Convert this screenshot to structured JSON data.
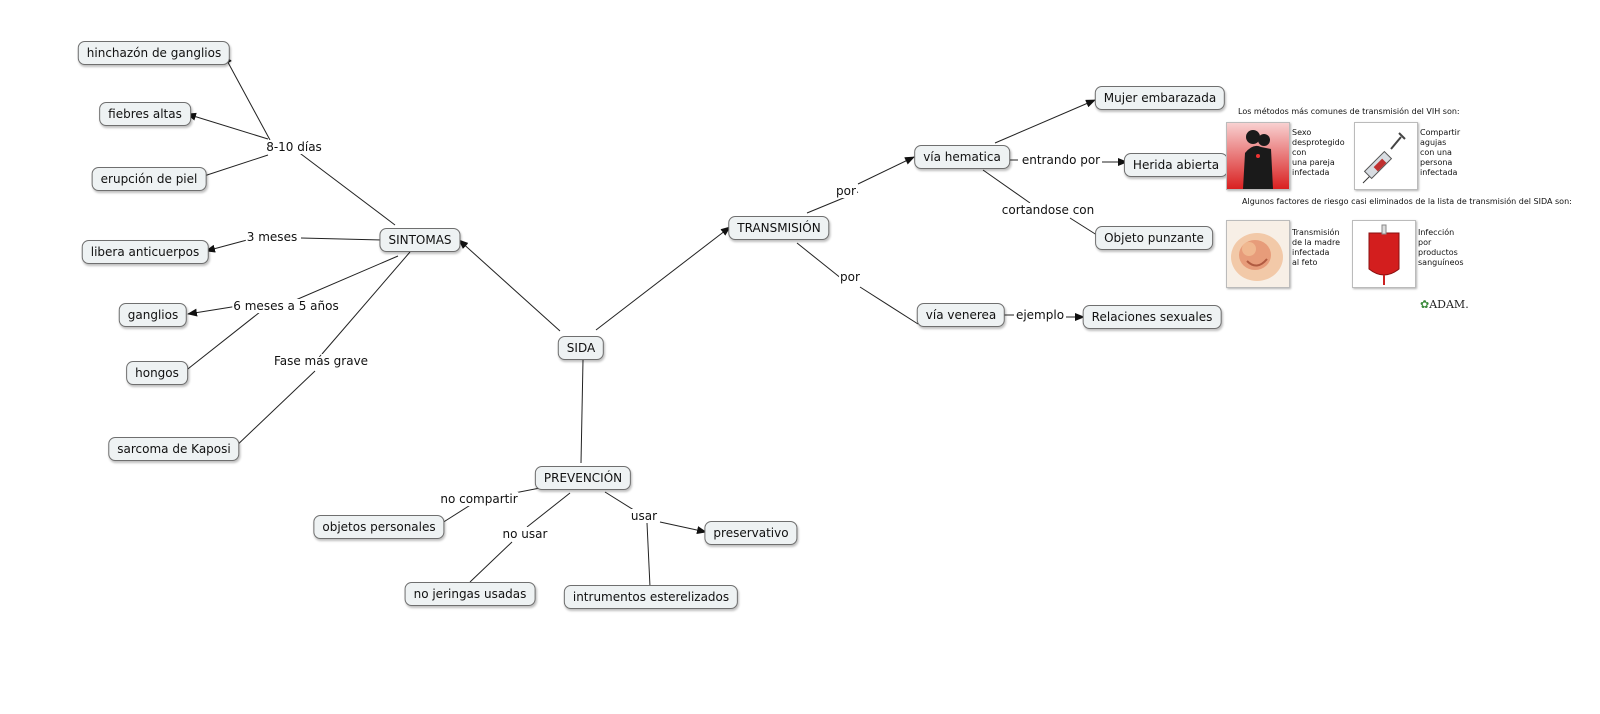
{
  "nodes": {
    "sida": "SIDA",
    "sintomas": "SINTOMAS",
    "transmision": "TRANSMISIÓN",
    "prevencion": "PREVENCIÓN",
    "hinchazon": "hinchazón de ganglios",
    "fiebres": "fiebres altas",
    "erupcion": "erupción de piel",
    "libera": "libera anticuerpos",
    "ganglios": "ganglios",
    "hongos": "hongos",
    "sarcoma": "sarcoma de Kaposi",
    "via_hematica": "vía hematica",
    "via_venerea": "vía venerea",
    "mujer": "Mujer embarazada",
    "herida": "Herida abierta",
    "objeto_punzante": "Objeto punzante",
    "relaciones": "Relaciones sexuales",
    "objetos_personales": "objetos personales",
    "jeringas": "no jeringas usadas",
    "instrumentos": "intrumentos esterelizados",
    "preservativo": "preservativo"
  },
  "links": {
    "dias": "8-10 días",
    "tres_meses": "3 meses",
    "seis_meses": "6 meses a 5 años",
    "fase": "Fase más grave",
    "por_1": "por",
    "por_2": "por",
    "entrando": "entrando por",
    "cortandose": "cortandose con",
    "ejemplo": "ejemplo",
    "no_compartir": "no compartir",
    "no_usar": "no usar",
    "usar": "usar"
  },
  "panel": {
    "caption_top": "Los métodos más comunes de transmisión del VIH son:",
    "item1": "Sexo\ndesprotegido\ncon\nuna pareja\ninfectada",
    "item2": "Compartir\nagujas\ncon una\npersona\ninfectada",
    "caption_mid": "Algunos factores de riesgo casi eliminados de la lista\nde transmisión del SIDA son:",
    "item3": "Transmisión\nde la madre\ninfectada\nal feto",
    "item4": "Infección\npor\nproductos\nsanguíneos",
    "logo": "ADAM."
  }
}
